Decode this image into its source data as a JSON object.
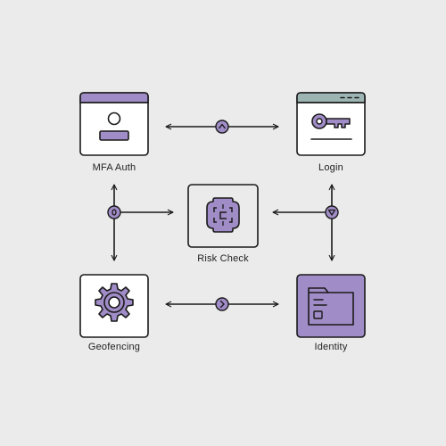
{
  "nodes": {
    "mfa_auth": {
      "label": "MFA Auth",
      "icon": "user-profile-icon"
    },
    "login": {
      "label": "Login",
      "icon": "key-icon"
    },
    "risk_check": {
      "label": "Risk Check",
      "icon": "risk-scan-icon"
    },
    "geofencing": {
      "label": "Geofencing",
      "icon": "gear-icon"
    },
    "identity": {
      "label": "Identity",
      "icon": "folder-icon"
    }
  },
  "colors": {
    "background": "#ebebeb",
    "purple": "#a08cc6",
    "teal_header": "#9cb5b3",
    "stroke": "#1a1a1a"
  }
}
